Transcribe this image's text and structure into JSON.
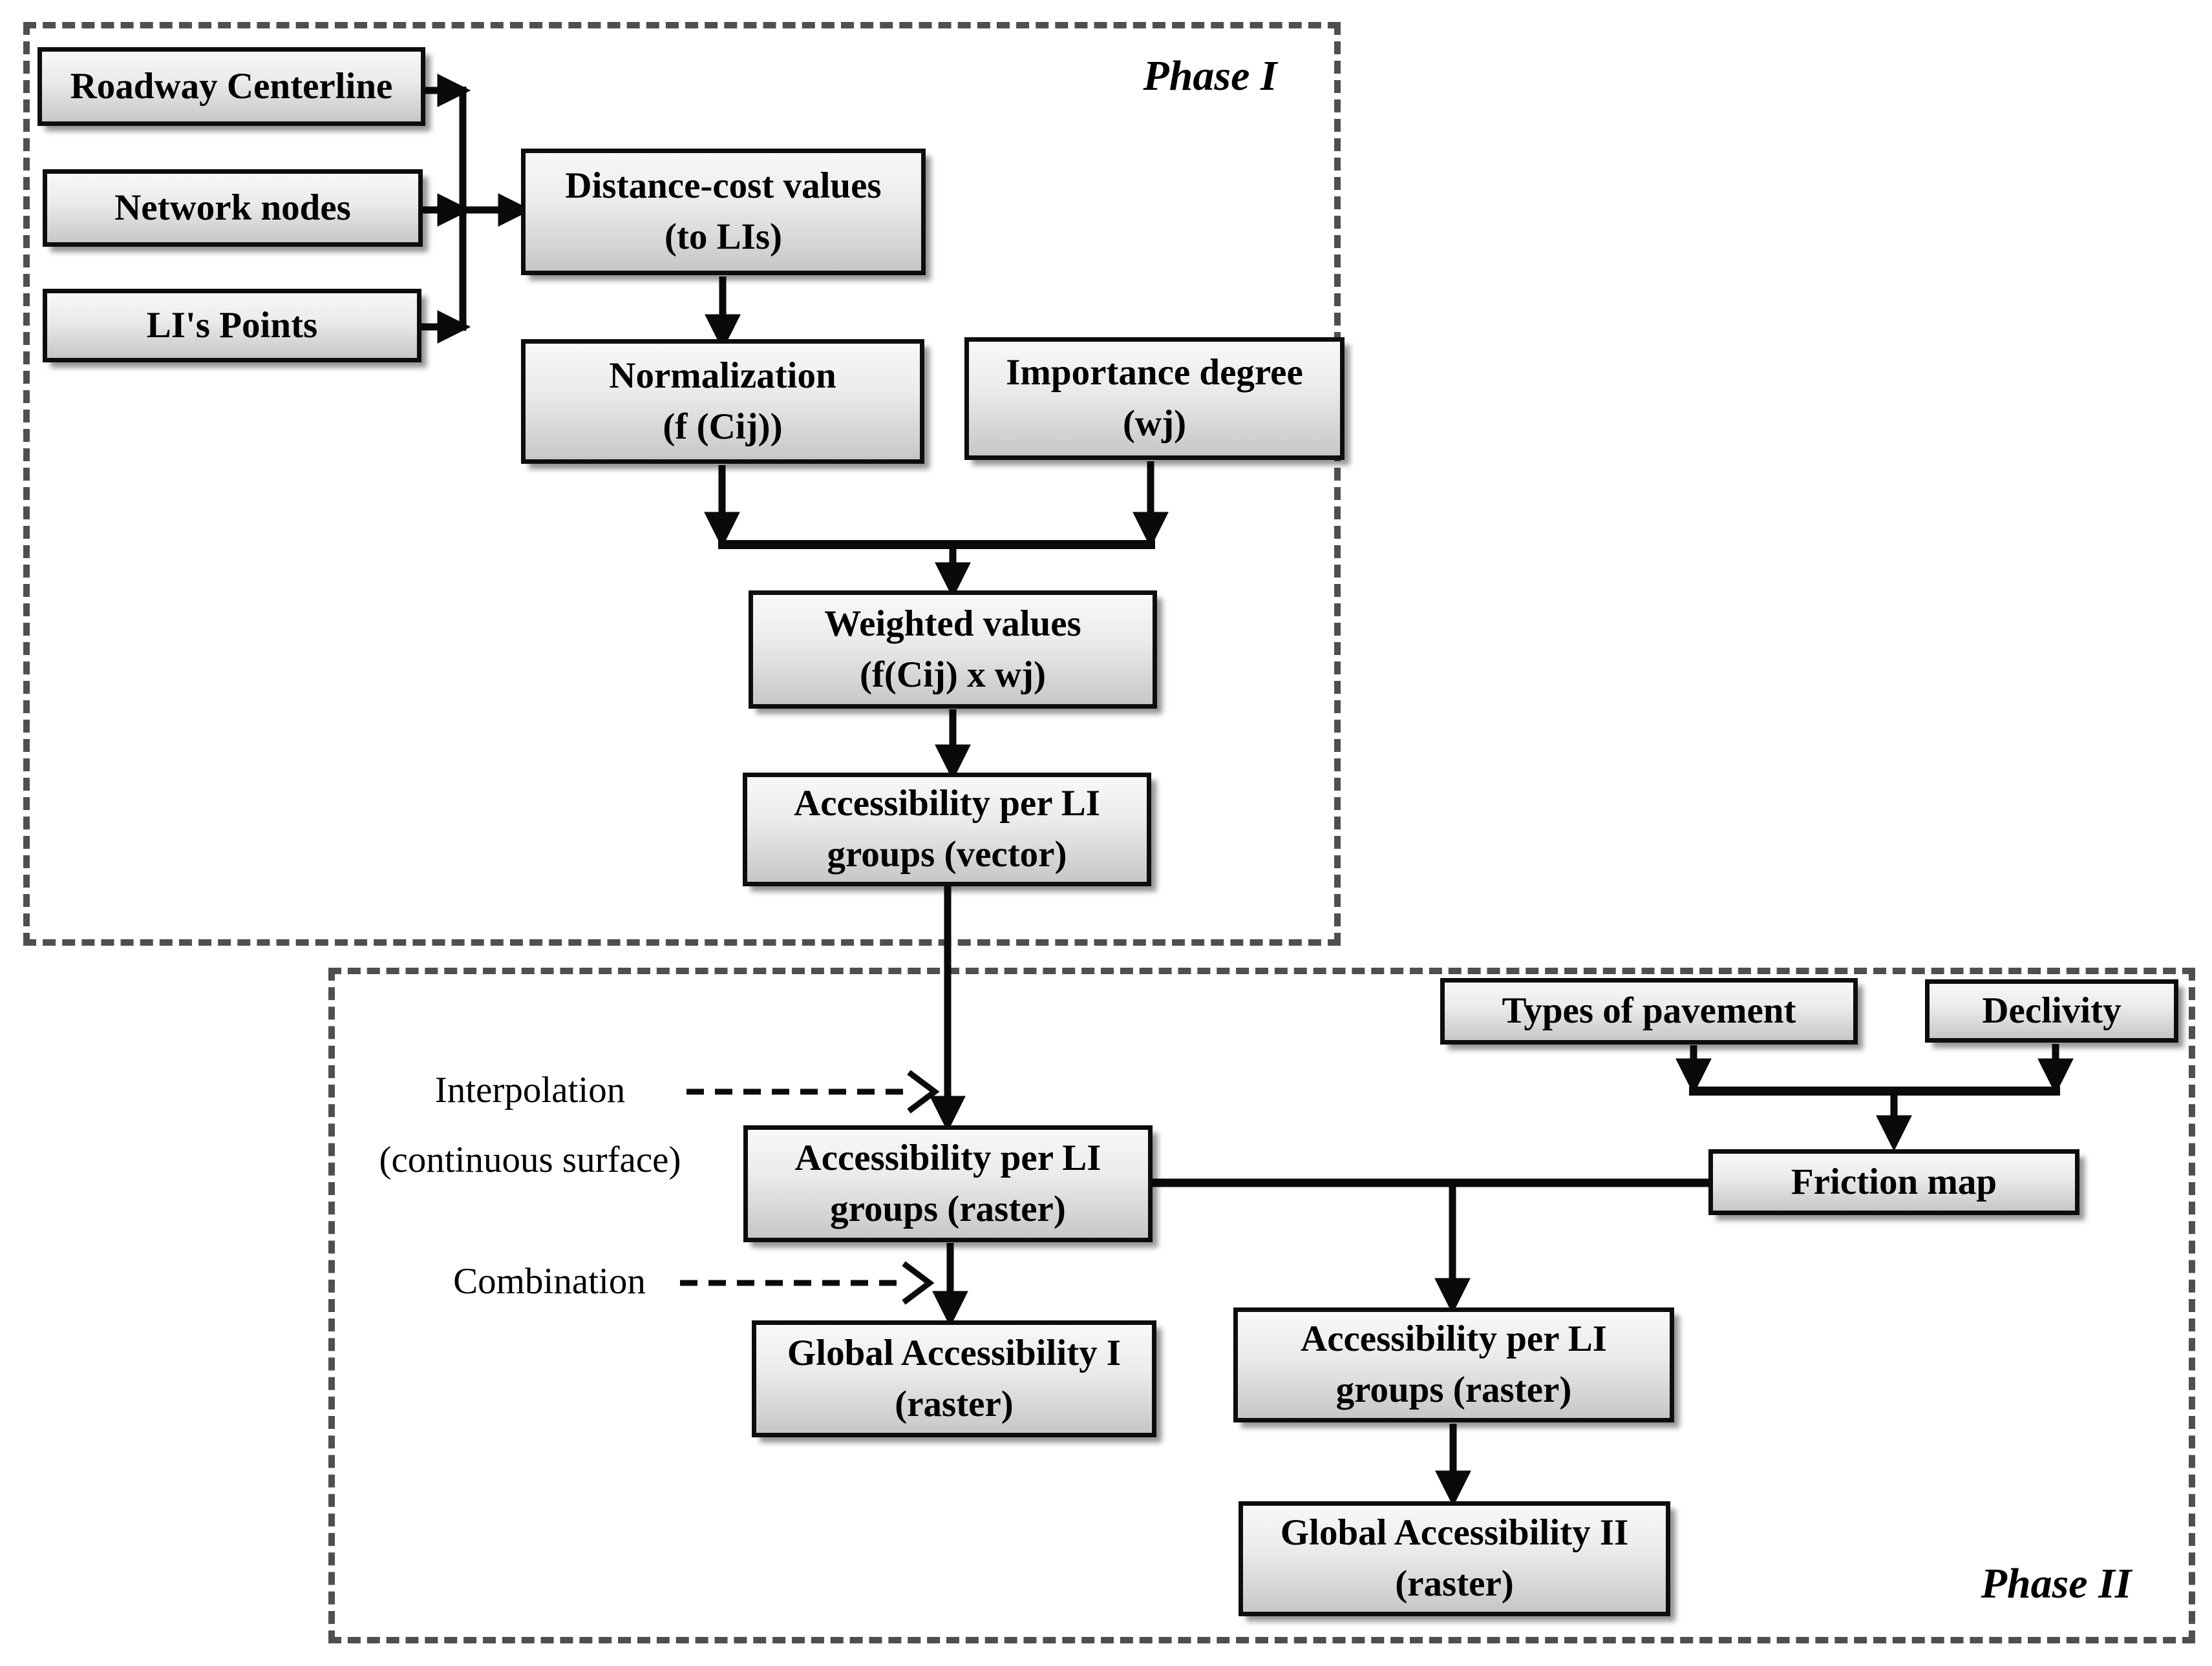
{
  "phases": {
    "phase1": {
      "label": "Phase I"
    },
    "phase2": {
      "label": "Phase II"
    }
  },
  "boxes": {
    "roadway": {
      "label": "Roadway Centerline"
    },
    "network": {
      "label": "Network nodes"
    },
    "li_points": {
      "label": "LI's Points"
    },
    "distance_cost": {
      "line1": "Distance-cost values",
      "line2": "(to LIs)"
    },
    "normalization": {
      "line1": "Normalization",
      "line2": "(f (Cij))"
    },
    "importance_degree": {
      "line1": "Importance degree",
      "line2": "(wj)"
    },
    "weighted_values": {
      "line1": "Weighted values",
      "line2": "(f(Cij) x wj)"
    },
    "accessibility_vector": {
      "line1": "Accessibility per LI",
      "line2": "groups (vector)"
    },
    "types_of_pavement": {
      "label": "Types of pavement"
    },
    "declivity": {
      "label": "Declivity"
    },
    "friction_map": {
      "label": "Friction map"
    },
    "accessibility_raster_a": {
      "line1": "Accessibility per LI",
      "line2": "groups (raster)"
    },
    "global_accessibility_1": {
      "line1": "Global Accessibility I",
      "line2": "(raster)"
    },
    "accessibility_raster_b": {
      "line1": "Accessibility per LI",
      "line2": "groups (raster)"
    },
    "global_accessibility_2": {
      "line1": "Global Accessibility II",
      "line2": "(raster)"
    }
  },
  "process_labels": {
    "interpolation_line1": "Interpolation",
    "interpolation_line2": "(continuous surface)",
    "combination": "Combination"
  },
  "colors": {
    "box_border": "#0d0d0d",
    "box_fill_top": "#f8f8f8",
    "box_fill_bottom": "#c7c7c7",
    "dashed_border": "#4f4f4f",
    "arrow": "#0a0a0a",
    "background": "#ffffff"
  }
}
